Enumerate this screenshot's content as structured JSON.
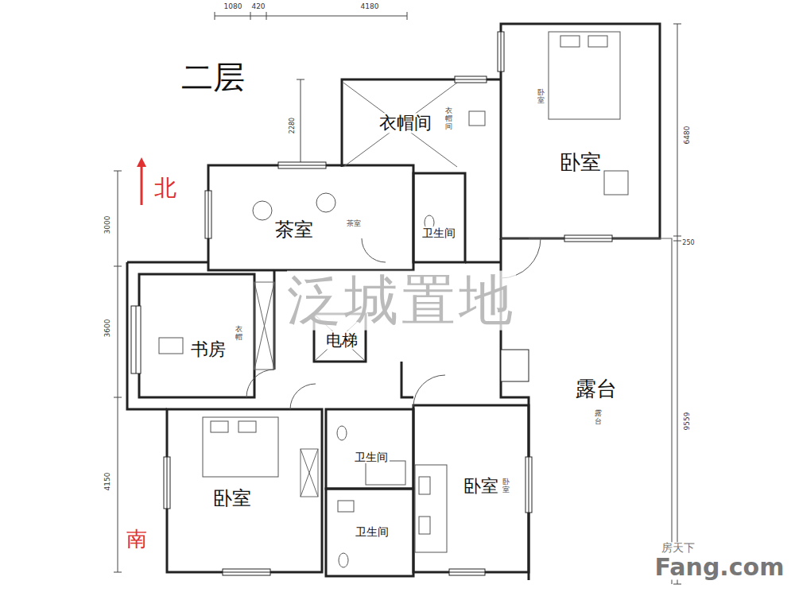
{
  "diagram": {
    "title": "二层",
    "nodes": [
      {
        "text": [
          "衣帽间"
        ]
      },
      {
        "text": [
          "卧室"
        ]
      },
      {
        "text": [
          "茶室"
        ]
      },
      {
        "text": [
          "卫生间"
        ]
      },
      {
        "text": [
          "电梯"
        ]
      },
      {
        "text": [
          "书房"
        ]
      },
      {
        "text": [
          "露台"
        ]
      },
      {
        "text": [
          "卫生间"
        ]
      },
      {
        "text": [
          "卧室"
        ]
      },
      {
        "text": [
          "卧室"
        ]
      },
      {
        "text": [
          "卫生间"
        ]
      }
    ],
    "labels": [
      "北",
      "南",
      "1080",
      "420",
      "4180",
      "2280",
      "3000",
      "3600",
      "4150",
      "6480",
      "250",
      "9559",
      "衣帽间",
      "卧室",
      "茶室",
      "衣帽",
      "露台",
      "卧室",
      "泛城置地",
      "房天下",
      "Fang.com"
    ]
  }
}
